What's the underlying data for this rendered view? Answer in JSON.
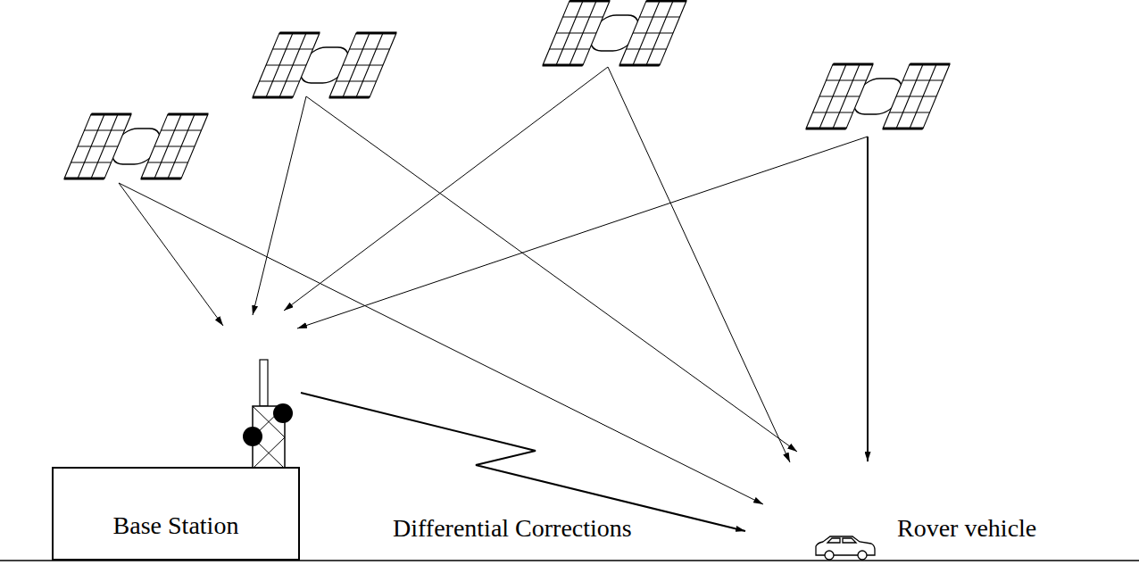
{
  "diagram": {
    "nodes": [
      {
        "text": [
          "Base Station"
        ]
      }
    ],
    "labels": [
      "Differential Corrections",
      "Rover vehicle"
    ]
  }
}
